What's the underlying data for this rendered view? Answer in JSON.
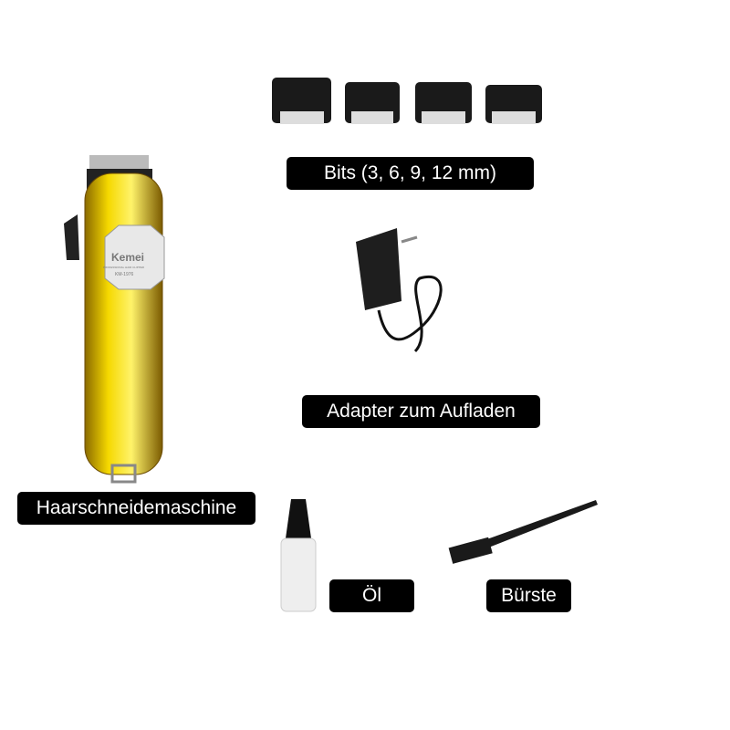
{
  "labels": {
    "bits": "Bits (3, 6, 9, 12 mm)",
    "adapter": "Adapter zum Aufladen",
    "clipper": "Haarschneidemaschine",
    "oil": "Öl",
    "brush": "Bürste"
  },
  "clipper_logo": {
    "brand": "Kemei",
    "tagline": "PROFESSIONAL HAIR CLIPPER",
    "model": "KM-1976"
  }
}
